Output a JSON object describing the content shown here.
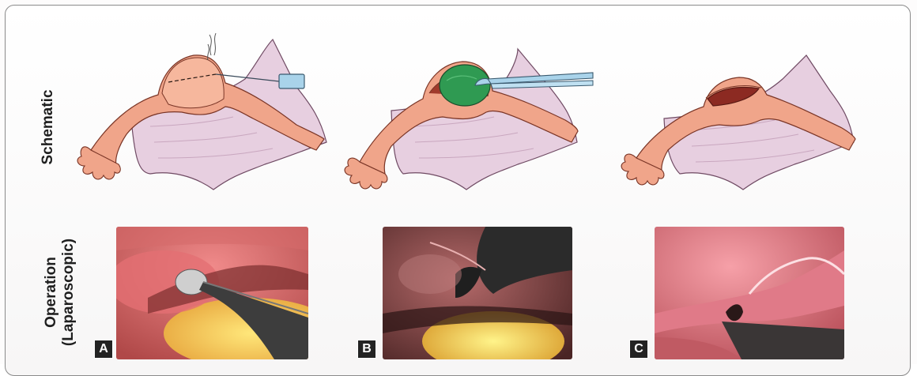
{
  "row_labels": {
    "schematic": "Schematic",
    "operation_line1": "Operation",
    "operation_line2": "(Laparoscopic)"
  },
  "panels": [
    {
      "letter": "A"
    },
    {
      "letter": "B"
    },
    {
      "letter": "C"
    }
  ],
  "colors": {
    "tube": "#f0a58a",
    "tube_outline": "#7a3526",
    "ligament": "#e7cfe0",
    "ligament_outline": "#6f4a63",
    "instrument": "#a9d3ea",
    "ectopic_mass": "#2f9a52",
    "incision_cavity": "#8c2a22",
    "photo_tissue": "#d86b6b",
    "badge_bg": "#232323"
  },
  "icons": {
    "instrument_A": "needle-electrode-icon",
    "instrument_B": "grasping-forceps-icon",
    "smoke": "smoke-icon"
  }
}
